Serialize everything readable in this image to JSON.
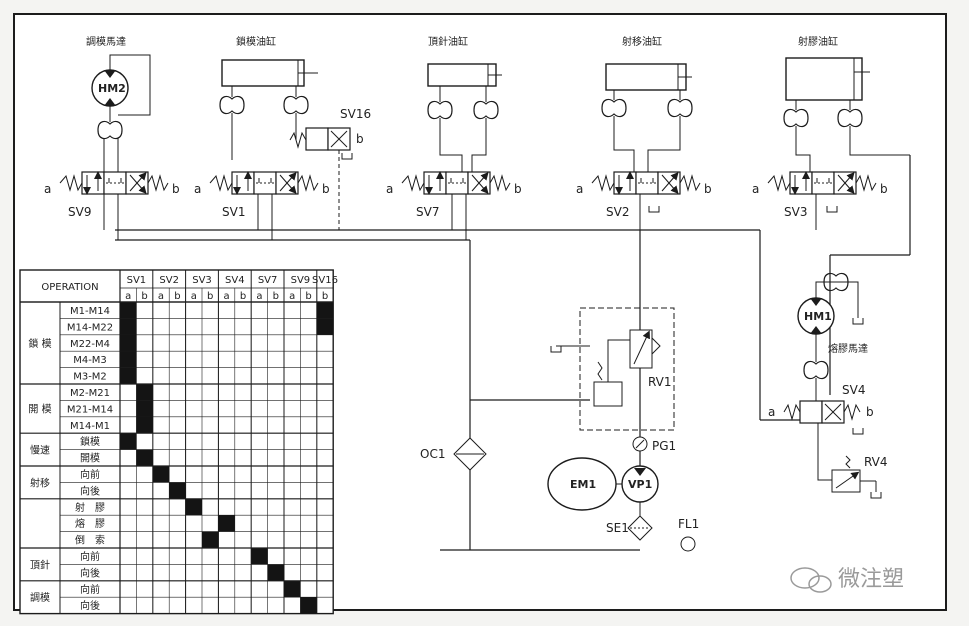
{
  "actuators": {
    "hm2_title": "調模馬達",
    "mold_clamp_title": "鎖模油缸",
    "ejector_title": "頂針油缸",
    "injection_move_title": "射移油缸",
    "injection_title": "射膠油缸",
    "hm1_title": "熔膠馬達"
  },
  "valves": {
    "sv9": "SV9",
    "sv1": "SV1",
    "sv7": "SV7",
    "sv2": "SV2",
    "sv3": "SV3",
    "sv16": "SV16",
    "sv4": "SV4",
    "rv1": "RV1",
    "rv4": "RV4",
    "side_a": "a",
    "side_b": "b"
  },
  "components": {
    "hm2": "HM2",
    "hm1": "HM1",
    "em1": "EM1",
    "vp1": "VP1",
    "oc1": "OC1",
    "pg1": "PG1",
    "se1": "SE1",
    "fl1": "FL1"
  },
  "table": {
    "header": "OPERATION",
    "valves": [
      "SV1",
      "SV2",
      "SV3",
      "SV4",
      "SV7",
      "SV9",
      "SV16"
    ],
    "sub": [
      "a",
      "b",
      "a",
      "b",
      "a",
      "b",
      "a",
      "b",
      "a",
      "b",
      "a",
      "b",
      "b"
    ],
    "groups": [
      {
        "label": "鎖 模",
        "rows": 5
      },
      {
        "label": "開 模",
        "rows": 3
      },
      {
        "label": "慢速",
        "rows": 2
      },
      {
        "label": "射移",
        "rows": 2
      },
      {
        "label": "",
        "rows": 3
      },
      {
        "label": "頂針",
        "rows": 2
      },
      {
        "label": "調模",
        "rows": 2
      }
    ],
    "rows": [
      {
        "label": "M1-M14",
        "filled": [
          0,
          12
        ]
      },
      {
        "label": "M14-M22",
        "filled": [
          0,
          12
        ]
      },
      {
        "label": "M22-M4",
        "filled": [
          0
        ]
      },
      {
        "label": "M4-M3",
        "filled": [
          0
        ]
      },
      {
        "label": "M3-M2",
        "filled": [
          0
        ]
      },
      {
        "label": "M2-M21",
        "filled": [
          1
        ]
      },
      {
        "label": "M21-M14",
        "filled": [
          1
        ]
      },
      {
        "label": "M14-M1",
        "filled": [
          1
        ]
      },
      {
        "label": "鎖模",
        "filled": [
          0
        ]
      },
      {
        "label": "開模",
        "filled": [
          1
        ]
      },
      {
        "label": "向前",
        "filled": [
          2
        ]
      },
      {
        "label": "向後",
        "filled": [
          3
        ]
      },
      {
        "label": "射　膠",
        "filled": [
          4
        ]
      },
      {
        "label": "熔　膠",
        "filled": [
          6
        ]
      },
      {
        "label": "倒　索",
        "filled": [
          5
        ]
      },
      {
        "label": "向前",
        "filled": [
          8
        ]
      },
      {
        "label": "向後",
        "filled": [
          9
        ]
      },
      {
        "label": "向前",
        "filled": [
          10
        ]
      },
      {
        "label": "向後",
        "filled": [
          11
        ]
      }
    ]
  },
  "watermark": "微注塑",
  "colors": {
    "ink": "#1c1c1c",
    "paper": "#ffffff",
    "fill": "#141414"
  }
}
